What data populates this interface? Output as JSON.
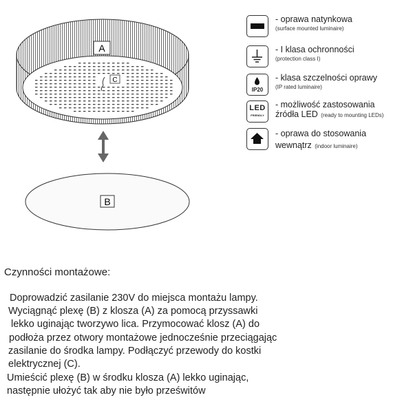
{
  "diagram": {
    "label_a": "A",
    "label_b": "B",
    "label_c": "C"
  },
  "legend": [
    {
      "icon": "surface-mount-icon",
      "pl": "- oprawa natynkowa",
      "en": "(surface mounted luminaire)"
    },
    {
      "icon": "ground-symbol-icon",
      "pl": "- I klasa ochronności",
      "en": "(protection class I)"
    },
    {
      "icon": "water-drop-icon",
      "icon_text": "IP20",
      "pl": "- klasa szczelności oprawy",
      "en": "(IP rated luminaire)"
    },
    {
      "icon": "led-icon",
      "icon_text": "LED",
      "icon_subtext": "FRIENDLY",
      "pl": "- możliwość zastosowania",
      "pl2": "źródła LED",
      "en": "(ready to mounting LEDs)"
    },
    {
      "icon": "house-icon",
      "pl": "- oprawa do stosowania",
      "pl2": "wewnątrz",
      "en": "(indoor luminaire)"
    }
  ],
  "instructions": {
    "heading": "Czynności montażowe:",
    "lines": [
      "Doprowadzić zasilanie 230V do miejsca montażu lampy.",
      "Wyciągnąć plexę (B) z klosza (A) za pomocą przyssawki",
      "lekko uginając tworzywo lica. Przymocować klosz (A) do",
      "podłoża przez otwory montażowe jednocześnie przeciągając",
      "zasilanie do środka lampy. Podłączyć przewody do kostki",
      "elektrycznej (C).",
      "Umieścić plexę (B) w środku klosza (A) lekko uginając,",
      "następnie ułożyć tak aby nie było prześwitów"
    ]
  }
}
